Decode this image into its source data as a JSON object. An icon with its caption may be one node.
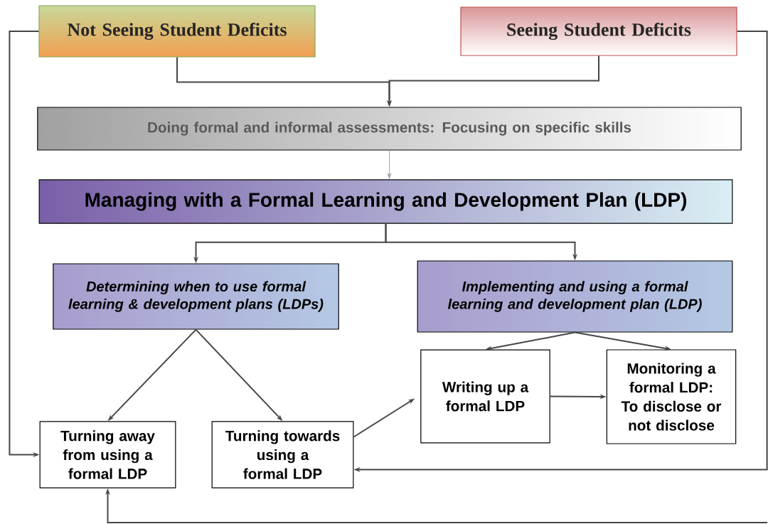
{
  "diagram": {
    "nodes": [
      {
        "text": [
          "Not Seeing Student Deficits"
        ]
      },
      {
        "text": [
          "Seeing Student Deficits"
        ]
      },
      {
        "text": [
          "Doing formal and informal assessments: Focusing on specific skills"
        ]
      },
      {
        "text": [
          "Managing with a Formal Learning and Development Plan (LDP)"
        ]
      },
      {
        "text": [
          "Determining when to use formal learning & development plans (LDPs)"
        ]
      },
      {
        "text": [
          "Implementing and using a formal learning and development plan (LDP)"
        ]
      },
      {
        "text": [
          "Writing up a formal LDP"
        ]
      },
      {
        "text": [
          "Monitoring a formal LDP: To disclose or not disclose"
        ]
      },
      {
        "text": [
          "Turning away from using a formal LDP"
        ]
      },
      {
        "text": [
          "Turning towards using a formal LDP"
        ]
      }
    ],
    "edges": [
      {
        "from": 0,
        "to": 2,
        "arrow": "to"
      },
      {
        "from": 1,
        "to": 2,
        "arrow": "to"
      },
      {
        "from": 2,
        "to": 3,
        "arrow": "to",
        "color": "#a6a6a6"
      },
      {
        "from": 3,
        "to": 4,
        "arrow": "to"
      },
      {
        "from": 3,
        "to": 5,
        "arrow": "to"
      },
      {
        "from": 4,
        "to": 8,
        "arrow": "to"
      },
      {
        "from": 4,
        "to": 9,
        "arrow": "to"
      },
      {
        "from": 9,
        "to": 6,
        "arrow": "to"
      },
      {
        "from": 5,
        "to": 6,
        "arrow": "to"
      },
      {
        "from": 5,
        "to": 7,
        "arrow": "to"
      },
      {
        "from": 6,
        "to": 7,
        "arrow": "to"
      },
      {
        "from": 0,
        "to": 8,
        "arrow": "to"
      },
      {
        "from": 1,
        "to": 9,
        "arrow": "to"
      },
      {
        "from": null,
        "to": 8,
        "arrow": "to"
      }
    ]
  }
}
